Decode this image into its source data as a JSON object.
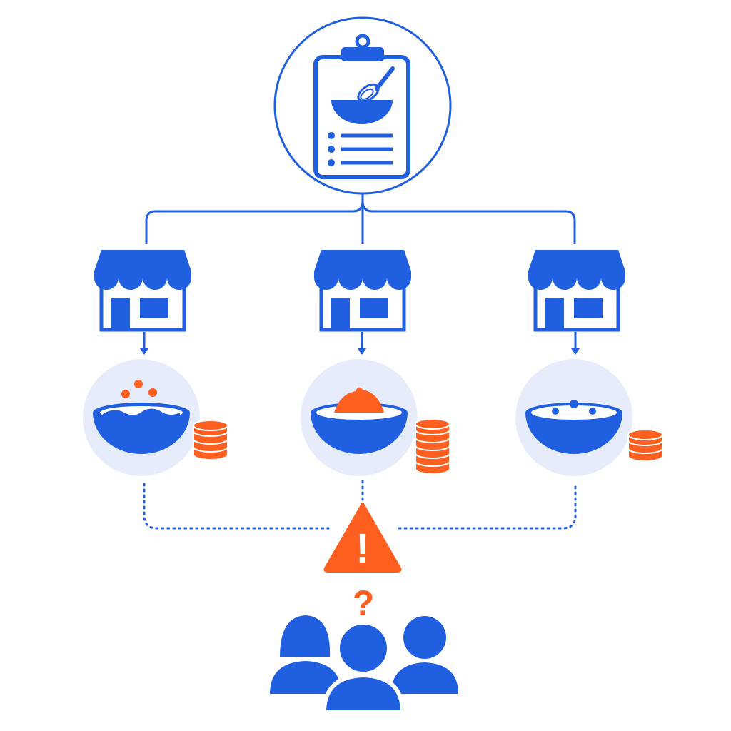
{
  "colors": {
    "blue": "#1f5fe0",
    "orange": "#ff5f1f",
    "circle_fill": "#e6ecfa",
    "background": "#ffffff"
  },
  "nodes": {
    "recipe": {
      "icon": "clipboard-recipe-icon"
    },
    "stores": [
      {
        "icon": "storefront-icon"
      },
      {
        "icon": "storefront-icon"
      },
      {
        "icon": "storefront-icon"
      }
    ],
    "dishes": [
      {
        "icon": "bowl-with-toppings-icon",
        "coin_count": 4
      },
      {
        "icon": "bowl-with-mound-icon",
        "coin_count": 6
      },
      {
        "icon": "bowl-with-garnish-icon",
        "coin_count": 3
      }
    ],
    "warning": {
      "icon": "warning-triangle-icon",
      "symbol": "!"
    },
    "question": {
      "icon": "question-mark-icon",
      "symbol": "?"
    },
    "customers": {
      "icon": "customers-group-icon"
    }
  }
}
